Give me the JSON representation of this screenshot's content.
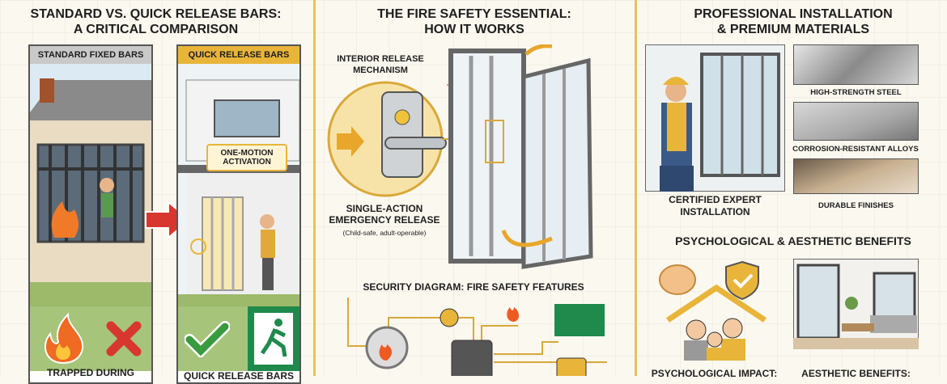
{
  "left": {
    "title_line1": "Standard vs. Quick Release Bars:",
    "title_line2": "A Critical Comparison",
    "standard_header": "STANDARD FIXED BARS",
    "quick_header": "QUICK RELEASE BARS",
    "callout": "ONE-MOTION ACTIVATION",
    "standard_caption": "TRAPPED DURING",
    "quick_caption": "QUICK RELEASE BARS"
  },
  "middle": {
    "title_line1": "The Fire Safety Essential:",
    "title_line2": "How It Works",
    "mechanism_label": "INTERIOR RELEASE MECHANISM",
    "release_label": "SINGLE-ACTION EMERGENCY RELEASE",
    "release_note": "(Child-safe, adult-operable)",
    "diagram_title": "SECURITY DIAGRAM: FIRE SAFETY FEATURES"
  },
  "right": {
    "title_line1": "Professional Installation",
    "title_line2": "& Premium Materials",
    "installer_caption": "CERTIFIED EXPERT INSTALLATION",
    "materials": [
      {
        "label": "HIGH-STRENGTH STEEL"
      },
      {
        "label": "CORROSION-RESISTANT ALLOYS"
      },
      {
        "label": "DURABLE FINISHES"
      }
    ],
    "benefits_title": "PSYCHOLOGICAL & AESTHETIC BENEFITS",
    "psych_caption": "PSYCHOLOGICAL IMPACT:",
    "aesthetic_caption": "AESTHETIC BENEFITS:"
  },
  "colors": {
    "gold": "#e8b53a",
    "red": "#d8372f",
    "green": "#2f8f4e",
    "gray": "#9a9a9a"
  }
}
